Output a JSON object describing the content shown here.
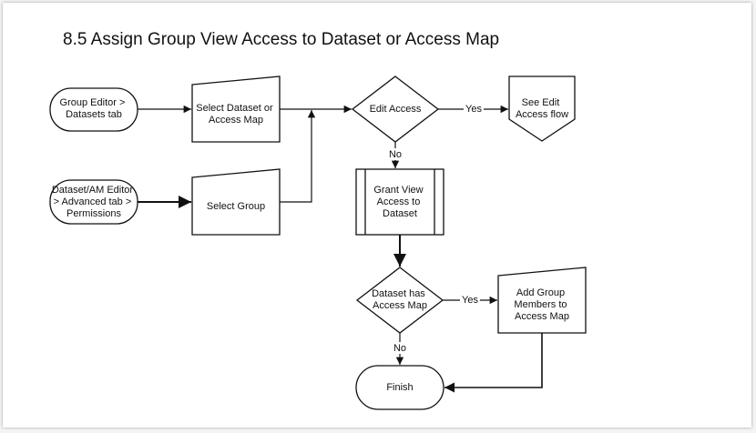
{
  "title": "8.5  Assign Group View Access to Dataset or Access Map",
  "nodes": {
    "group_editor": [
      "Group Editor >",
      "Datasets tab"
    ],
    "am_editor": [
      "Dataset/AM Editor",
      "> Advanced tab >",
      "Permissions"
    ],
    "select_dataset": [
      "Select Dataset or",
      "Access Map"
    ],
    "select_group": [
      "Select Group"
    ],
    "edit_access": [
      "Edit Access"
    ],
    "see_edit": [
      "See Edit",
      "Access flow"
    ],
    "grant_view": [
      "Grant View",
      "Access to",
      "Dataset"
    ],
    "has_map": [
      "Dataset has",
      "Access Map"
    ],
    "add_members": [
      "Add Group",
      "Members to",
      "Access Map"
    ],
    "finish": [
      "Finish"
    ]
  },
  "edge_labels": {
    "yes1": "Yes",
    "no1": "No",
    "yes2": "Yes",
    "no2": "No"
  },
  "colors": {
    "line": "#111111",
    "fill": "#ffffff"
  }
}
